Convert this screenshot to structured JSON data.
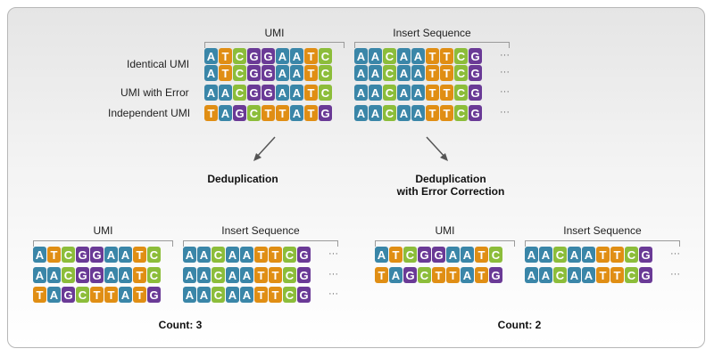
{
  "colors": {
    "A": "#3a86a8",
    "T": "#e08e14",
    "C": "#8cbd3a",
    "G": "#6a3a96"
  },
  "top": {
    "umi_header": "UMI",
    "insert_header": "Insert Sequence",
    "labels": {
      "identical": "Identical UMI",
      "error": "UMI with Error",
      "independent": "Independent UMI"
    },
    "rows": [
      {
        "umi": "ATCGGAATC",
        "insert": "AACAATTCG",
        "ellipsis": "···"
      },
      {
        "umi": "ATCGGAATC",
        "insert": "AACAATTCG",
        "ellipsis": "···"
      },
      {
        "umi": "AACGGAATC",
        "insert": "AACAATTCG",
        "ellipsis": "···"
      },
      {
        "umi": "TAGCTTATG",
        "insert": "AACAATTCG",
        "ellipsis": "···"
      }
    ]
  },
  "left": {
    "title": "Deduplication",
    "umi_header": "UMI",
    "insert_header": "Insert Sequence",
    "rows": [
      {
        "umi": "ATCGGAATC",
        "insert": "AACAATTCG",
        "ellipsis": "···"
      },
      {
        "umi": "AACGGAATC",
        "insert": "AACAATTCG",
        "ellipsis": "···"
      },
      {
        "umi": "TAGCTTATG",
        "insert": "AACAATTCG",
        "ellipsis": "···"
      }
    ],
    "count": "Count: 3"
  },
  "right": {
    "title_line1": "Deduplication",
    "title_line2": "with Error Correction",
    "umi_header": "UMI",
    "insert_header": "Insert Sequence",
    "rows": [
      {
        "umi": "ATCGGAATC",
        "insert": "AACAATTCG",
        "ellipsis": "···"
      },
      {
        "umi": "TAGCTTATG",
        "insert": "AACAATTCG",
        "ellipsis": "···"
      }
    ],
    "count": "Count: 2"
  }
}
